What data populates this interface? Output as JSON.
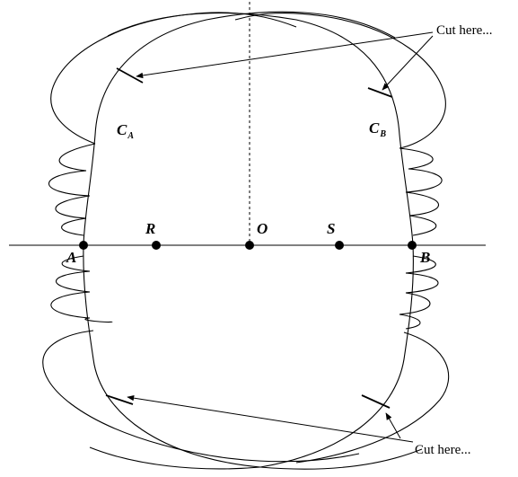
{
  "labels": {
    "A": "A",
    "B": "B",
    "R": "R",
    "O": "O",
    "S": "S",
    "CA_main": "C",
    "CA_sub": "A",
    "CB_main": "C",
    "CB_sub": "B"
  },
  "annotations": {
    "cut_top": "Cut here...",
    "cut_bottom": "Cut here..."
  }
}
